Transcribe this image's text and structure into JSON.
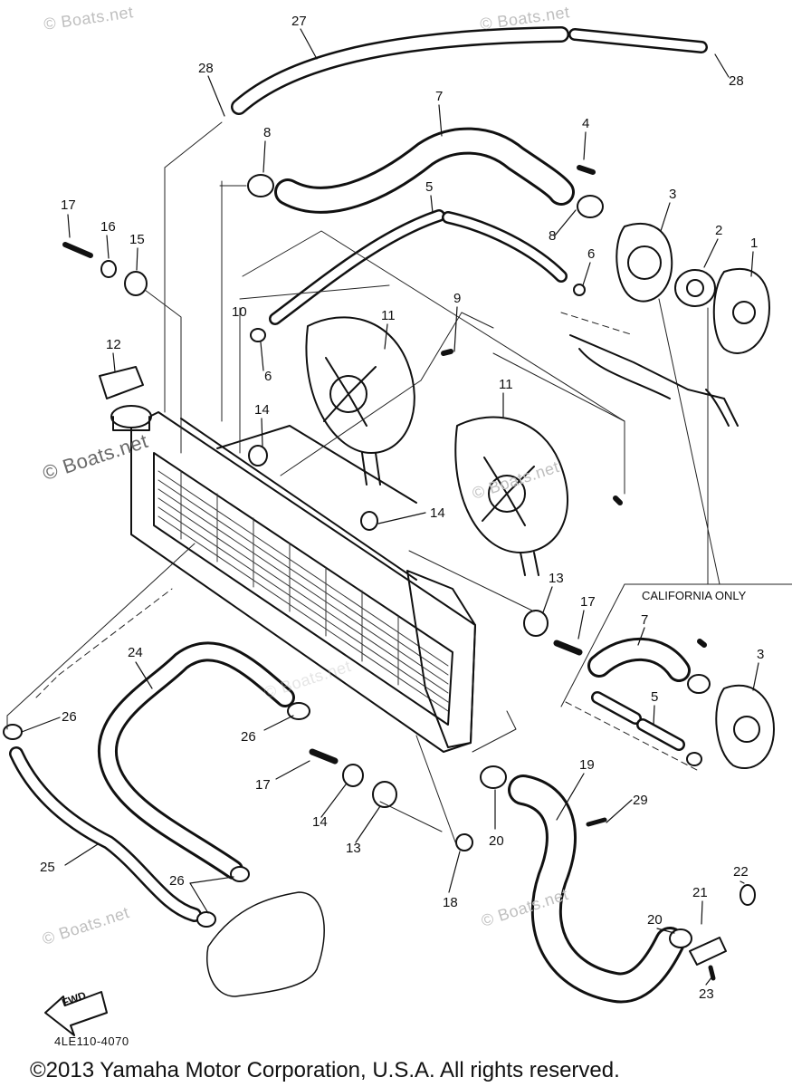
{
  "watermarks": {
    "w1": "© Boats.net",
    "w2": "© Boats.net",
    "w3": "© Boats.net",
    "w4": "© Boats.net",
    "w5": "© Boats.net",
    "w6": "© Boats.net",
    "w7": "© Boats.net"
  },
  "callouts": [
    "27",
    "28",
    "28",
    "7",
    "8",
    "4",
    "3",
    "2",
    "1",
    "17",
    "16",
    "15",
    "5",
    "8",
    "6",
    "10",
    "11",
    "9",
    "12",
    "6",
    "14",
    "11",
    "14",
    "13",
    "17",
    "7",
    "3",
    "5",
    "24",
    "26",
    "26",
    "17",
    "14",
    "13",
    "19",
    "29",
    "20",
    "18",
    "25",
    "26",
    "22",
    "21",
    "20",
    "23"
  ],
  "labels": {
    "california_only": "CALIFORNIA ONLY",
    "fwd": "FWD",
    "part_code": "4LE110-4070",
    "copyright": "©2013 Yamaha Motor Corporation, U.S.A. All rights reserved."
  }
}
